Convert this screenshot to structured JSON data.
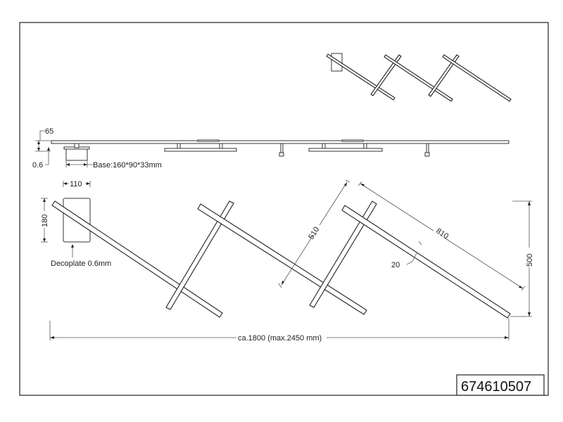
{
  "drawing": {
    "product_code": "674610507",
    "labels": {
      "height_top": "65",
      "plate_thickness": "0.6",
      "base": "Base:160*90*33mm",
      "plate_width": "110",
      "plate_height": "180",
      "decoplate": "Decoplate 0.6mm",
      "arm_length_short": "510",
      "arm_length_long": "810",
      "bar_width": "20",
      "total_height": "500",
      "total_length": "ca.1800 (max.2450 mm)"
    },
    "views": [
      "top-thumbnail",
      "side-elevation",
      "front-view"
    ],
    "colors": {
      "line": "#222222",
      "background": "#ffffff",
      "dimension": "#555555"
    }
  }
}
